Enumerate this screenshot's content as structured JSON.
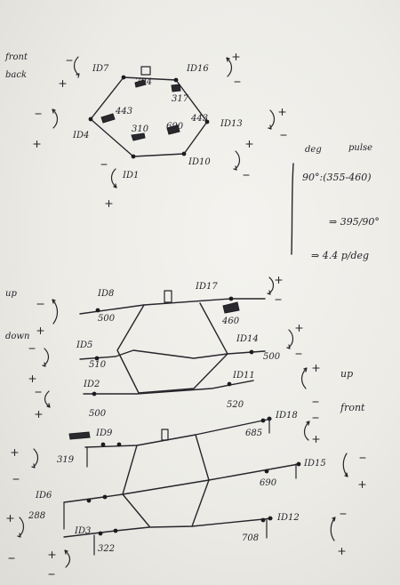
{
  "colors": {
    "paper": "#efeee9",
    "ink": "#26252b"
  },
  "top": {
    "legend": {
      "front": "front",
      "back": "back"
    },
    "ids": {
      "id7": "ID7",
      "id16": "ID16",
      "id4": "ID4",
      "id13": "ID13",
      "id1": "ID1",
      "id10": "ID10"
    },
    "values": {
      "v704": "704",
      "v317": "317",
      "v443a": "443",
      "v310": "310",
      "v690": "690",
      "v443b": "443"
    }
  },
  "calc": {
    "deg": "deg",
    "pulse": "pulse",
    "line1": "90°:(355-460)",
    "line2": "⇒ 395/90°",
    "line3": "⇒ 4.4 p/deg"
  },
  "bottom": {
    "legend": {
      "up": "up",
      "down": "down",
      "up2": "up",
      "front": "front"
    },
    "ids": {
      "id8": "ID8",
      "id17": "ID17",
      "id5": "ID5",
      "id14": "ID14",
      "id2": "ID2",
      "id11": "ID11",
      "id9": "ID9",
      "id18": "ID18",
      "id15": "ID15",
      "id6": "ID6",
      "id3": "ID3",
      "id12": "ID12"
    },
    "values": {
      "v500a": "500",
      "v460": "460",
      "v510": "510",
      "v500b": "500",
      "v500c": "500",
      "v520": "520",
      "v319": "319",
      "v685": "685",
      "v690": "690",
      "v288": "288",
      "v322": "322",
      "v708": "708"
    }
  }
}
